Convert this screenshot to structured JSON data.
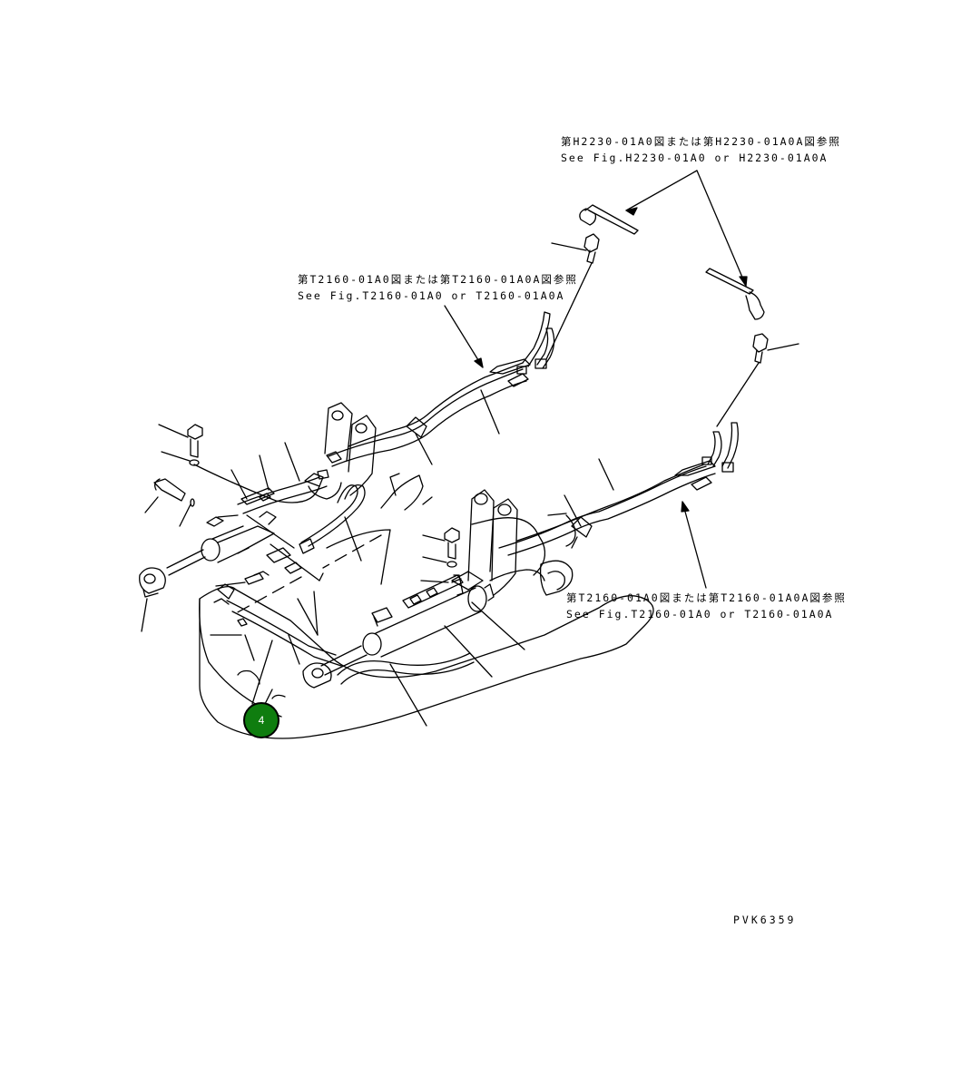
{
  "callouts": {
    "h2230_jp": "第H2230-01A0図または第H2230-01A0A図参照",
    "h2230_en": "See Fig.H2230-01A0 or H2230-01A0A",
    "t2160_upper_jp": "第T2160-01A0図または第T2160-01A0A図参照",
    "t2160_upper_en": "See Fig.T2160-01A0 or T2160-01A0A",
    "t2160_lower_jp": "第T2160-01A0図または第T2160-01A0A図参照",
    "t2160_lower_en": "See Fig.T2160-01A0 or T2160-01A0A"
  },
  "hotspot": {
    "label": "4",
    "color": "#0f7d0f"
  },
  "drawing_code": "PVK6359"
}
